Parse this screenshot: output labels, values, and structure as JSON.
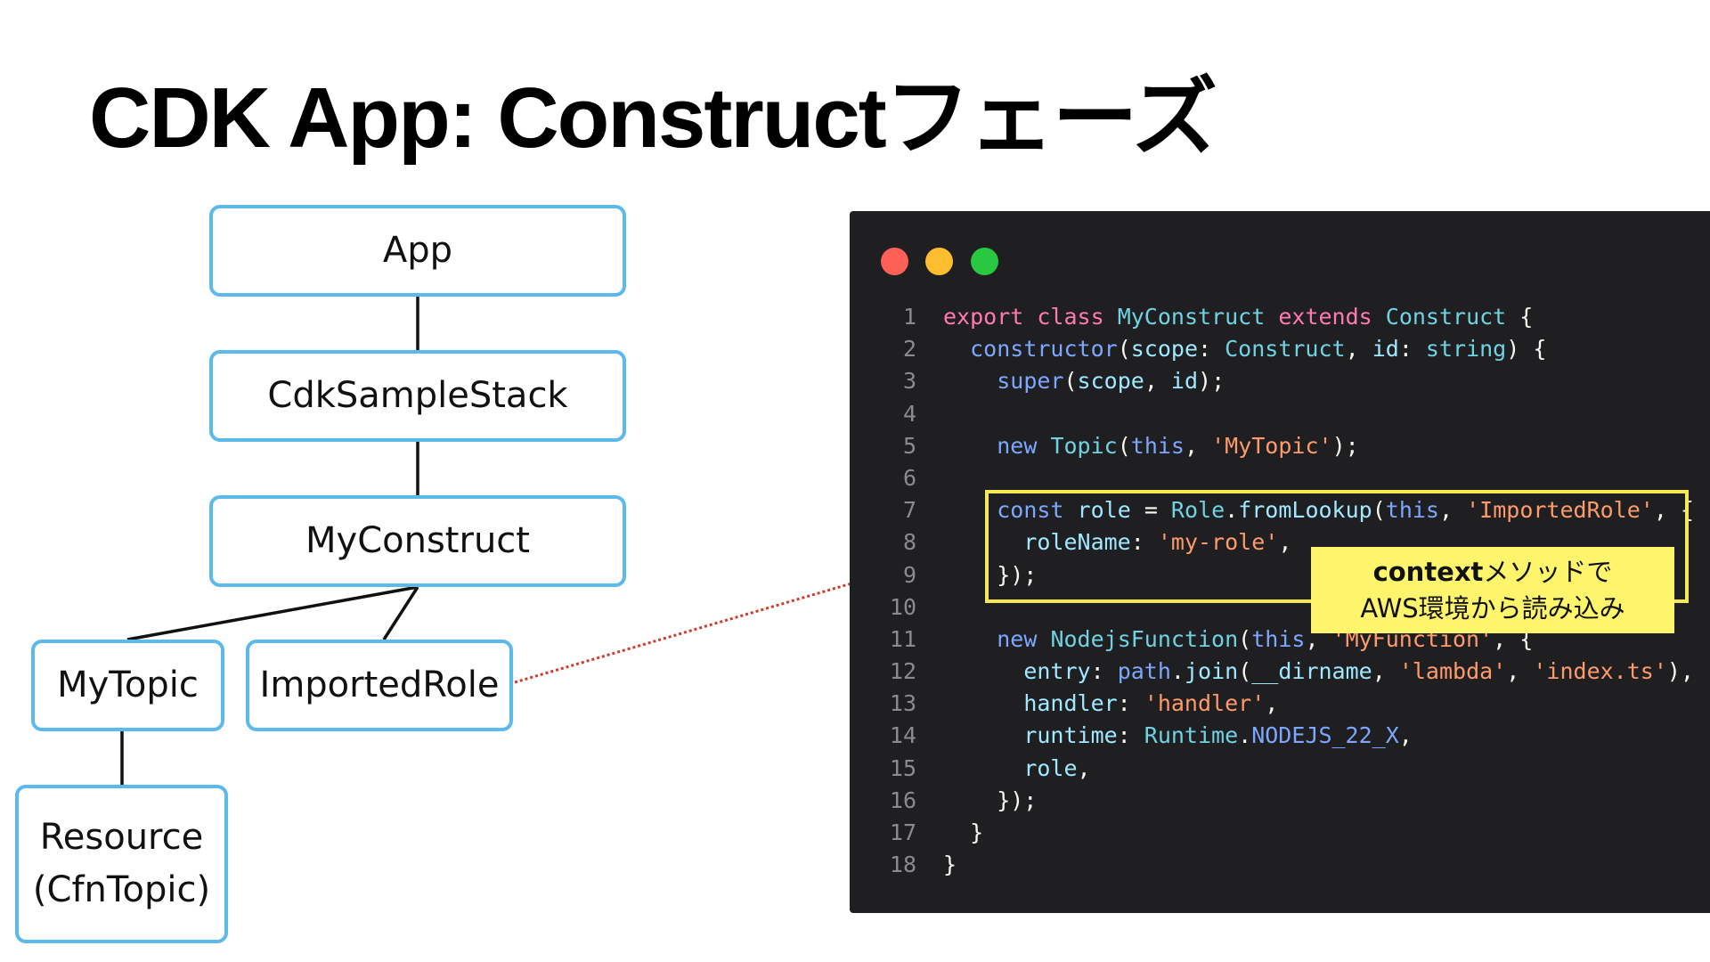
{
  "slide": {
    "title": "CDK App: Constructフェーズ"
  },
  "tree": {
    "app": "App",
    "stack": "CdkSampleStack",
    "construct": "MyConstruct",
    "topic": "MyTopic",
    "role": "ImportedRole",
    "resource": "Resource\n(CfnTopic)"
  },
  "editor": {
    "lines": [
      {
        "n": "1",
        "tokens": [
          [
            "k",
            "export"
          ],
          [
            "p",
            " "
          ],
          [
            "k",
            "class"
          ],
          [
            "p",
            " "
          ],
          [
            "c",
            "MyConstruct"
          ],
          [
            "p",
            " "
          ],
          [
            "k",
            "extends"
          ],
          [
            "p",
            " "
          ],
          [
            "c",
            "Construct"
          ],
          [
            "p",
            " {"
          ]
        ]
      },
      {
        "n": "2",
        "tokens": [
          [
            "p",
            "  "
          ],
          [
            "f",
            "constructor"
          ],
          [
            "p",
            "("
          ],
          [
            "v",
            "scope"
          ],
          [
            "p",
            ": "
          ],
          [
            "c",
            "Construct"
          ],
          [
            "p",
            ", "
          ],
          [
            "v",
            "id"
          ],
          [
            "p",
            ": "
          ],
          [
            "c",
            "string"
          ],
          [
            "p",
            ") {"
          ]
        ]
      },
      {
        "n": "3",
        "tokens": [
          [
            "p",
            "    "
          ],
          [
            "f",
            "super"
          ],
          [
            "p",
            "("
          ],
          [
            "v",
            "scope"
          ],
          [
            "p",
            ", "
          ],
          [
            "v",
            "id"
          ],
          [
            "p",
            ");"
          ]
        ]
      },
      {
        "n": "4",
        "tokens": []
      },
      {
        "n": "5",
        "tokens": [
          [
            "p",
            "    "
          ],
          [
            "f",
            "new"
          ],
          [
            "p",
            " "
          ],
          [
            "c",
            "Topic"
          ],
          [
            "p",
            "("
          ],
          [
            "f",
            "this"
          ],
          [
            "p",
            ", "
          ],
          [
            "s",
            "'MyTopic'"
          ],
          [
            "p",
            ");"
          ]
        ]
      },
      {
        "n": "6",
        "tokens": []
      },
      {
        "n": "7",
        "tokens": [
          [
            "p",
            "    "
          ],
          [
            "f",
            "const"
          ],
          [
            "p",
            " "
          ],
          [
            "v",
            "role"
          ],
          [
            "p",
            " = "
          ],
          [
            "c",
            "Role"
          ],
          [
            "p",
            "."
          ],
          [
            "v",
            "fromLookup"
          ],
          [
            "p",
            "("
          ],
          [
            "f",
            "this"
          ],
          [
            "p",
            ", "
          ],
          [
            "s",
            "'ImportedRole'"
          ],
          [
            "p",
            ", {"
          ]
        ]
      },
      {
        "n": "8",
        "tokens": [
          [
            "p",
            "      "
          ],
          [
            "v",
            "roleName"
          ],
          [
            "p",
            ": "
          ],
          [
            "s",
            "'my-role'"
          ],
          [
            "p",
            ","
          ]
        ]
      },
      {
        "n": "9",
        "tokens": [
          [
            "p",
            "    });"
          ]
        ]
      },
      {
        "n": "10",
        "tokens": []
      },
      {
        "n": "11",
        "tokens": [
          [
            "p",
            "    "
          ],
          [
            "f",
            "new"
          ],
          [
            "p",
            " "
          ],
          [
            "c",
            "NodejsFunction"
          ],
          [
            "p",
            "("
          ],
          [
            "f",
            "this"
          ],
          [
            "p",
            ", "
          ],
          [
            "s",
            "'MyFunction'"
          ],
          [
            "p",
            ", {"
          ]
        ]
      },
      {
        "n": "12",
        "tokens": [
          [
            "p",
            "      "
          ],
          [
            "v",
            "entry"
          ],
          [
            "p",
            ": "
          ],
          [
            "f",
            "path"
          ],
          [
            "p",
            "."
          ],
          [
            "v",
            "join"
          ],
          [
            "p",
            "("
          ],
          [
            "v",
            "__dirname"
          ],
          [
            "p",
            ", "
          ],
          [
            "s",
            "'lambda'"
          ],
          [
            "p",
            ", "
          ],
          [
            "s",
            "'index.ts'"
          ],
          [
            "p",
            "),"
          ]
        ]
      },
      {
        "n": "13",
        "tokens": [
          [
            "p",
            "      "
          ],
          [
            "v",
            "handler"
          ],
          [
            "p",
            ": "
          ],
          [
            "s",
            "'handler'"
          ],
          [
            "p",
            ","
          ]
        ]
      },
      {
        "n": "14",
        "tokens": [
          [
            "p",
            "      "
          ],
          [
            "v",
            "runtime"
          ],
          [
            "p",
            ": "
          ],
          [
            "c",
            "Runtime"
          ],
          [
            "p",
            "."
          ],
          [
            "f",
            "NODEJS_22_X"
          ],
          [
            "p",
            ","
          ]
        ]
      },
      {
        "n": "15",
        "tokens": [
          [
            "p",
            "      "
          ],
          [
            "v",
            "role"
          ],
          [
            "p",
            ","
          ]
        ]
      },
      {
        "n": "16",
        "tokens": [
          [
            "p",
            "    });"
          ]
        ]
      },
      {
        "n": "17",
        "tokens": [
          [
            "p",
            "  }"
          ]
        ]
      },
      {
        "n": "18",
        "tokens": [
          [
            "p",
            "}"
          ]
        ]
      }
    ]
  },
  "callout": {
    "bold": "context",
    "rest": "メソッドで",
    "line2": "AWS環境から読み込み"
  },
  "colors": {
    "node_border": "#5bb9ec",
    "highlight": "#f5ea56",
    "callout_bg": "#fff56c",
    "connector": "#d13b2b"
  }
}
